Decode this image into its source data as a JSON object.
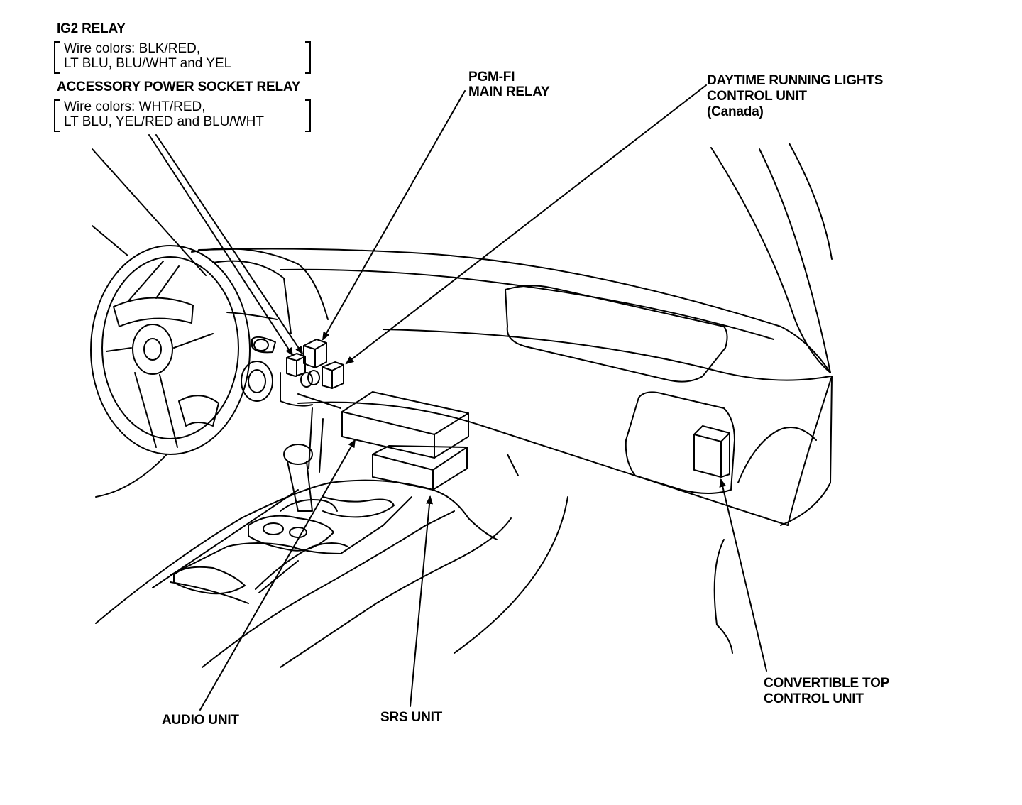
{
  "labels": {
    "ig2_relay": "IG2 RELAY",
    "ig2_wires_1": "Wire colors: BLK/RED,",
    "ig2_wires_2": "LT BLU, BLU/WHT and YEL",
    "acc_relay": "ACCESSORY POWER SOCKET RELAY",
    "acc_wires_1": "Wire colors: WHT/RED,",
    "acc_wires_2": "LT BLU, YEL/RED and BLU/WHT",
    "pgm_1": "PGM-FI",
    "pgm_2": "MAIN RELAY",
    "drl_1": "DAYTIME RUNNING LIGHTS",
    "drl_2": "CONTROL UNIT",
    "drl_3": "(Canada)",
    "audio": "AUDIO UNIT",
    "srs": "SRS UNIT",
    "conv_1": "CONVERTIBLE TOP",
    "conv_2": "CONTROL UNIT"
  },
  "colors": {
    "line": "#000000",
    "background": "#ffffff"
  }
}
